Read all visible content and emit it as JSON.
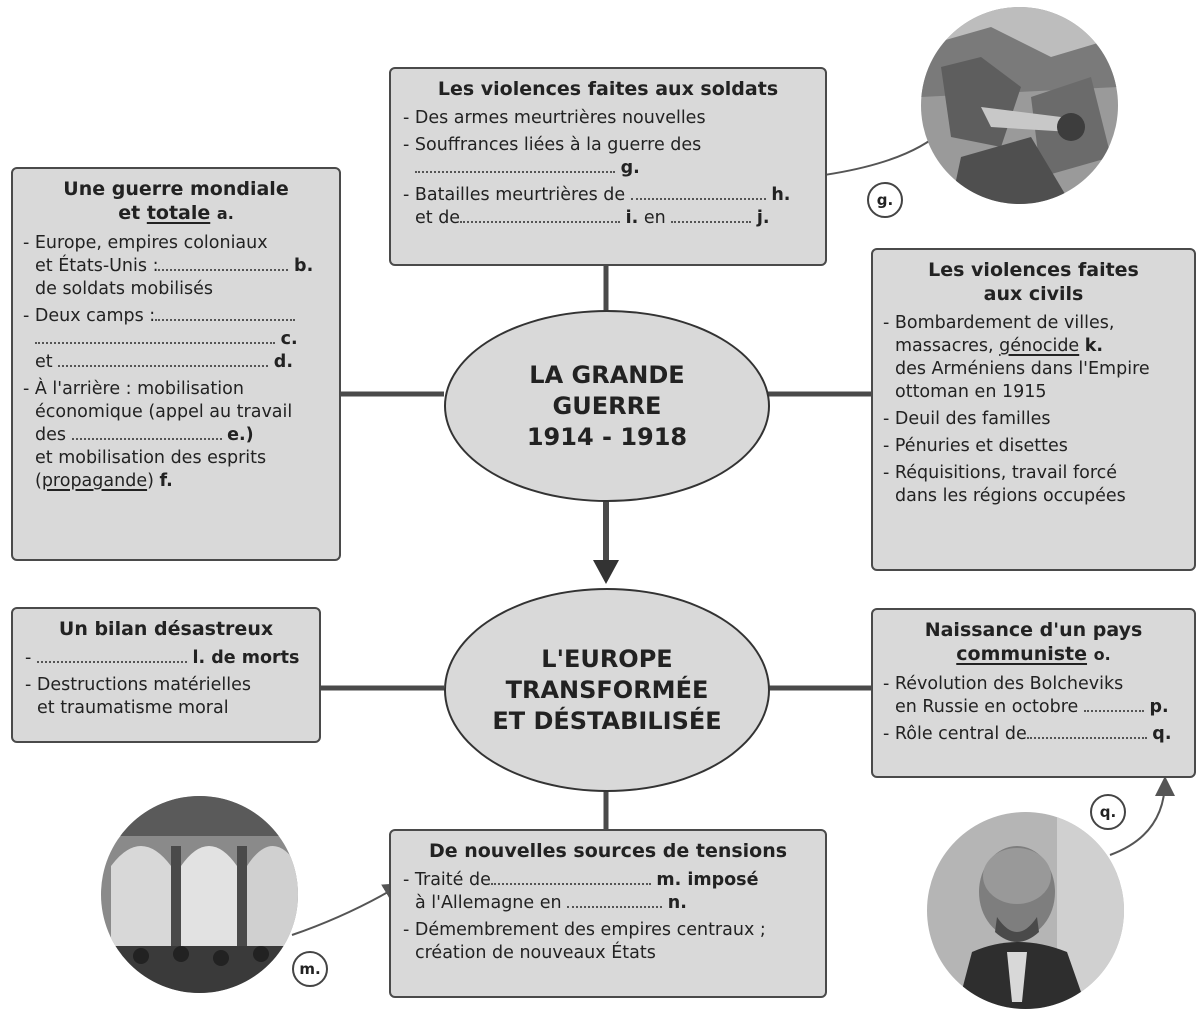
{
  "center_top": {
    "line1": "LA GRANDE",
    "line2": "GUERRE",
    "line3": "1914 - 1918"
  },
  "center_bottom": {
    "line1": "L'EUROPE",
    "line2": "TRANSFORMÉE",
    "line3": "ET DÉSTABILISÉE"
  },
  "box_soldats": {
    "title": "Les violences faites aux soldats",
    "i1": "- Des armes meurtrières nouvelles",
    "i2": "- Souffrances liées à la guerre des",
    "g": "g.",
    "i3": "- Batailles meurtrières de",
    "h": "h.",
    "et_de": "et de",
    "i": "i.",
    "en": "en",
    "j": "j."
  },
  "box_mondiale": {
    "title1": "Une guerre mondiale",
    "title_et": "et ",
    "title_totale": "totale",
    "a": "a.",
    "i1a": "- Europe, empires coloniaux",
    "i1b": "et États-Unis :",
    "b": "b.",
    "i1c": "de soldats mobilisés",
    "i2": "- Deux camps :",
    "c": "c.",
    "et": "et",
    "d": "d.",
    "i3a": "- À l'arrière : mobilisation",
    "i3b": "économique (appel au travail",
    "des": "des",
    "e": "e.)",
    "i3c": "et mobilisation des esprits",
    "prop_open": "(",
    "propagande": "propagande",
    "prop_close": ")",
    "f": "f."
  },
  "box_civils": {
    "title1": "Les violences faites",
    "title2": "aux civils",
    "i1a": "- Bombardement de villes,",
    "i1b_pre": "massacres, ",
    "genocide": "génocide",
    "k": "k.",
    "i1c": "des Arméniens dans l'Empire",
    "i1d": "ottoman en 1915",
    "i2": "- Deuil des familles",
    "i3": "- Pénuries et disettes",
    "i4a": "- Réquisitions, travail forcé",
    "i4b": "dans les régions occupées"
  },
  "box_bilan": {
    "title": "Un bilan désastreux",
    "dash": "-",
    "l": "l. de morts",
    "i2a": "- Destructions matérielles",
    "i2b": "et traumatisme moral"
  },
  "box_communiste": {
    "title1": "Naissance d'un pays",
    "communiste": "communiste",
    "o": "o.",
    "i1a": "- Révolution des Bolcheviks",
    "i1b": "en Russie en octobre",
    "p": "p.",
    "i2": "- Rôle central de",
    "q": "q."
  },
  "box_tensions": {
    "title": "De nouvelles sources de tensions",
    "i1a": "- Traité de",
    "m": "m. imposé",
    "i1b": "à l'Allemagne en",
    "n": "n.",
    "i2a": "- Démembrement des empires centraux ;",
    "i2b": "création de nouveaux États"
  },
  "labels": {
    "g": "g.",
    "m": "m.",
    "q": "q."
  },
  "colors": {
    "box_fill": "#d9d9d9",
    "border": "#4a4a4a",
    "line": "#4a4a4a"
  }
}
